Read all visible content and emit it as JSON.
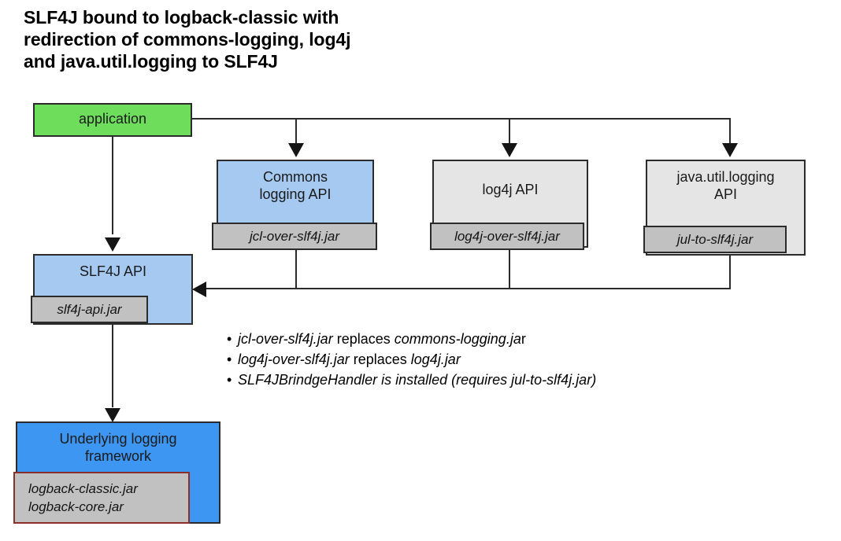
{
  "title": "SLF4J bound to logback-classic with\nredirection of commons-logging, log4j\nand java.util.logging to SLF4J",
  "colors": {
    "application": "#6edd5c",
    "slf4j_api": "#a5c9f1",
    "commons_api": "#a5c9f1",
    "log4j_api": "#e5e5e5",
    "jul_api": "#e5e5e5",
    "underlying": "#3d97f2",
    "jar_chip": "#c1c1c1",
    "jar_chip_border": "#2b2b2b",
    "logback_chip_border": "#8b2f2b",
    "box_border": "#2b2b2b",
    "connector": "#2b2b2b"
  },
  "boxes": {
    "application": {
      "label": "application",
      "jar": null
    },
    "commons": {
      "label": "Commons\nlogging API",
      "jar": "jcl-over-slf4j.jar"
    },
    "log4j": {
      "label": "log4j API",
      "jar": "log4j-over-slf4j.jar"
    },
    "jul": {
      "label": "java.util.logging\nAPI",
      "jar": "jul-to-slf4j.jar"
    },
    "slf4j": {
      "label": "SLF4J API",
      "jar": "slf4j-api.jar"
    },
    "underlying": {
      "label": "Underlying logging\nframework",
      "jar": "logback-classic.jar\nlogback-core.jar"
    }
  },
  "notes": {
    "bullet": "•",
    "items": [
      {
        "parts": [
          {
            "text": "jcl-over-slf4j.jar",
            "italic": true
          },
          {
            "text": " replaces ",
            "italic": false
          },
          {
            "text": "commons-logging.ja",
            "italic": true
          },
          {
            "text": "r",
            "italic": false
          }
        ]
      },
      {
        "parts": [
          {
            "text": "log4j-over-slf4j.jar",
            "italic": true
          },
          {
            "text": " replaces ",
            "italic": false
          },
          {
            "text": "log4j.jar",
            "italic": true
          }
        ]
      },
      {
        "parts": [
          {
            "text": "SLF4JBrindgeHandler is installed (requires jul-to-slf4j.jar)",
            "italic": true
          }
        ]
      }
    ]
  },
  "connectors": [
    {
      "name": "application-to-commons",
      "kind": "arrow-down"
    },
    {
      "name": "application-to-log4j",
      "kind": "arrow-down"
    },
    {
      "name": "application-to-jul",
      "kind": "arrow-down"
    },
    {
      "name": "application-to-slf4j",
      "kind": "arrow-down"
    },
    {
      "name": "bridges-to-slf4j",
      "kind": "arrow-left"
    },
    {
      "name": "slf4j-to-underlying",
      "kind": "arrow-down"
    }
  ]
}
